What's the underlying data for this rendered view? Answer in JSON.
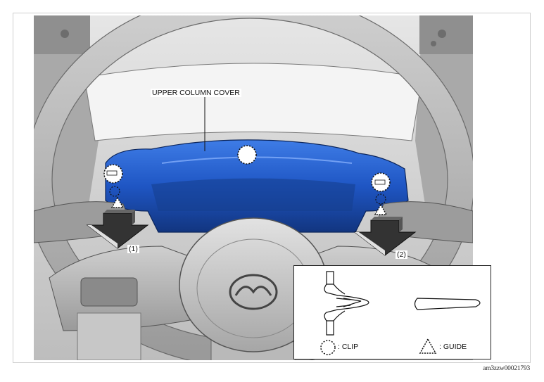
{
  "labels": {
    "part_name": "UPPER COLUMN COVER",
    "step_1": "(1)",
    "step_2": "(2)"
  },
  "legend": {
    "clip": ": CLIP",
    "guide": ": GUIDE"
  },
  "image_id": "am3zzw00021793",
  "colors": {
    "highlight_part": "#1f56c4",
    "arrow": "#333333",
    "line": "#222222"
  }
}
